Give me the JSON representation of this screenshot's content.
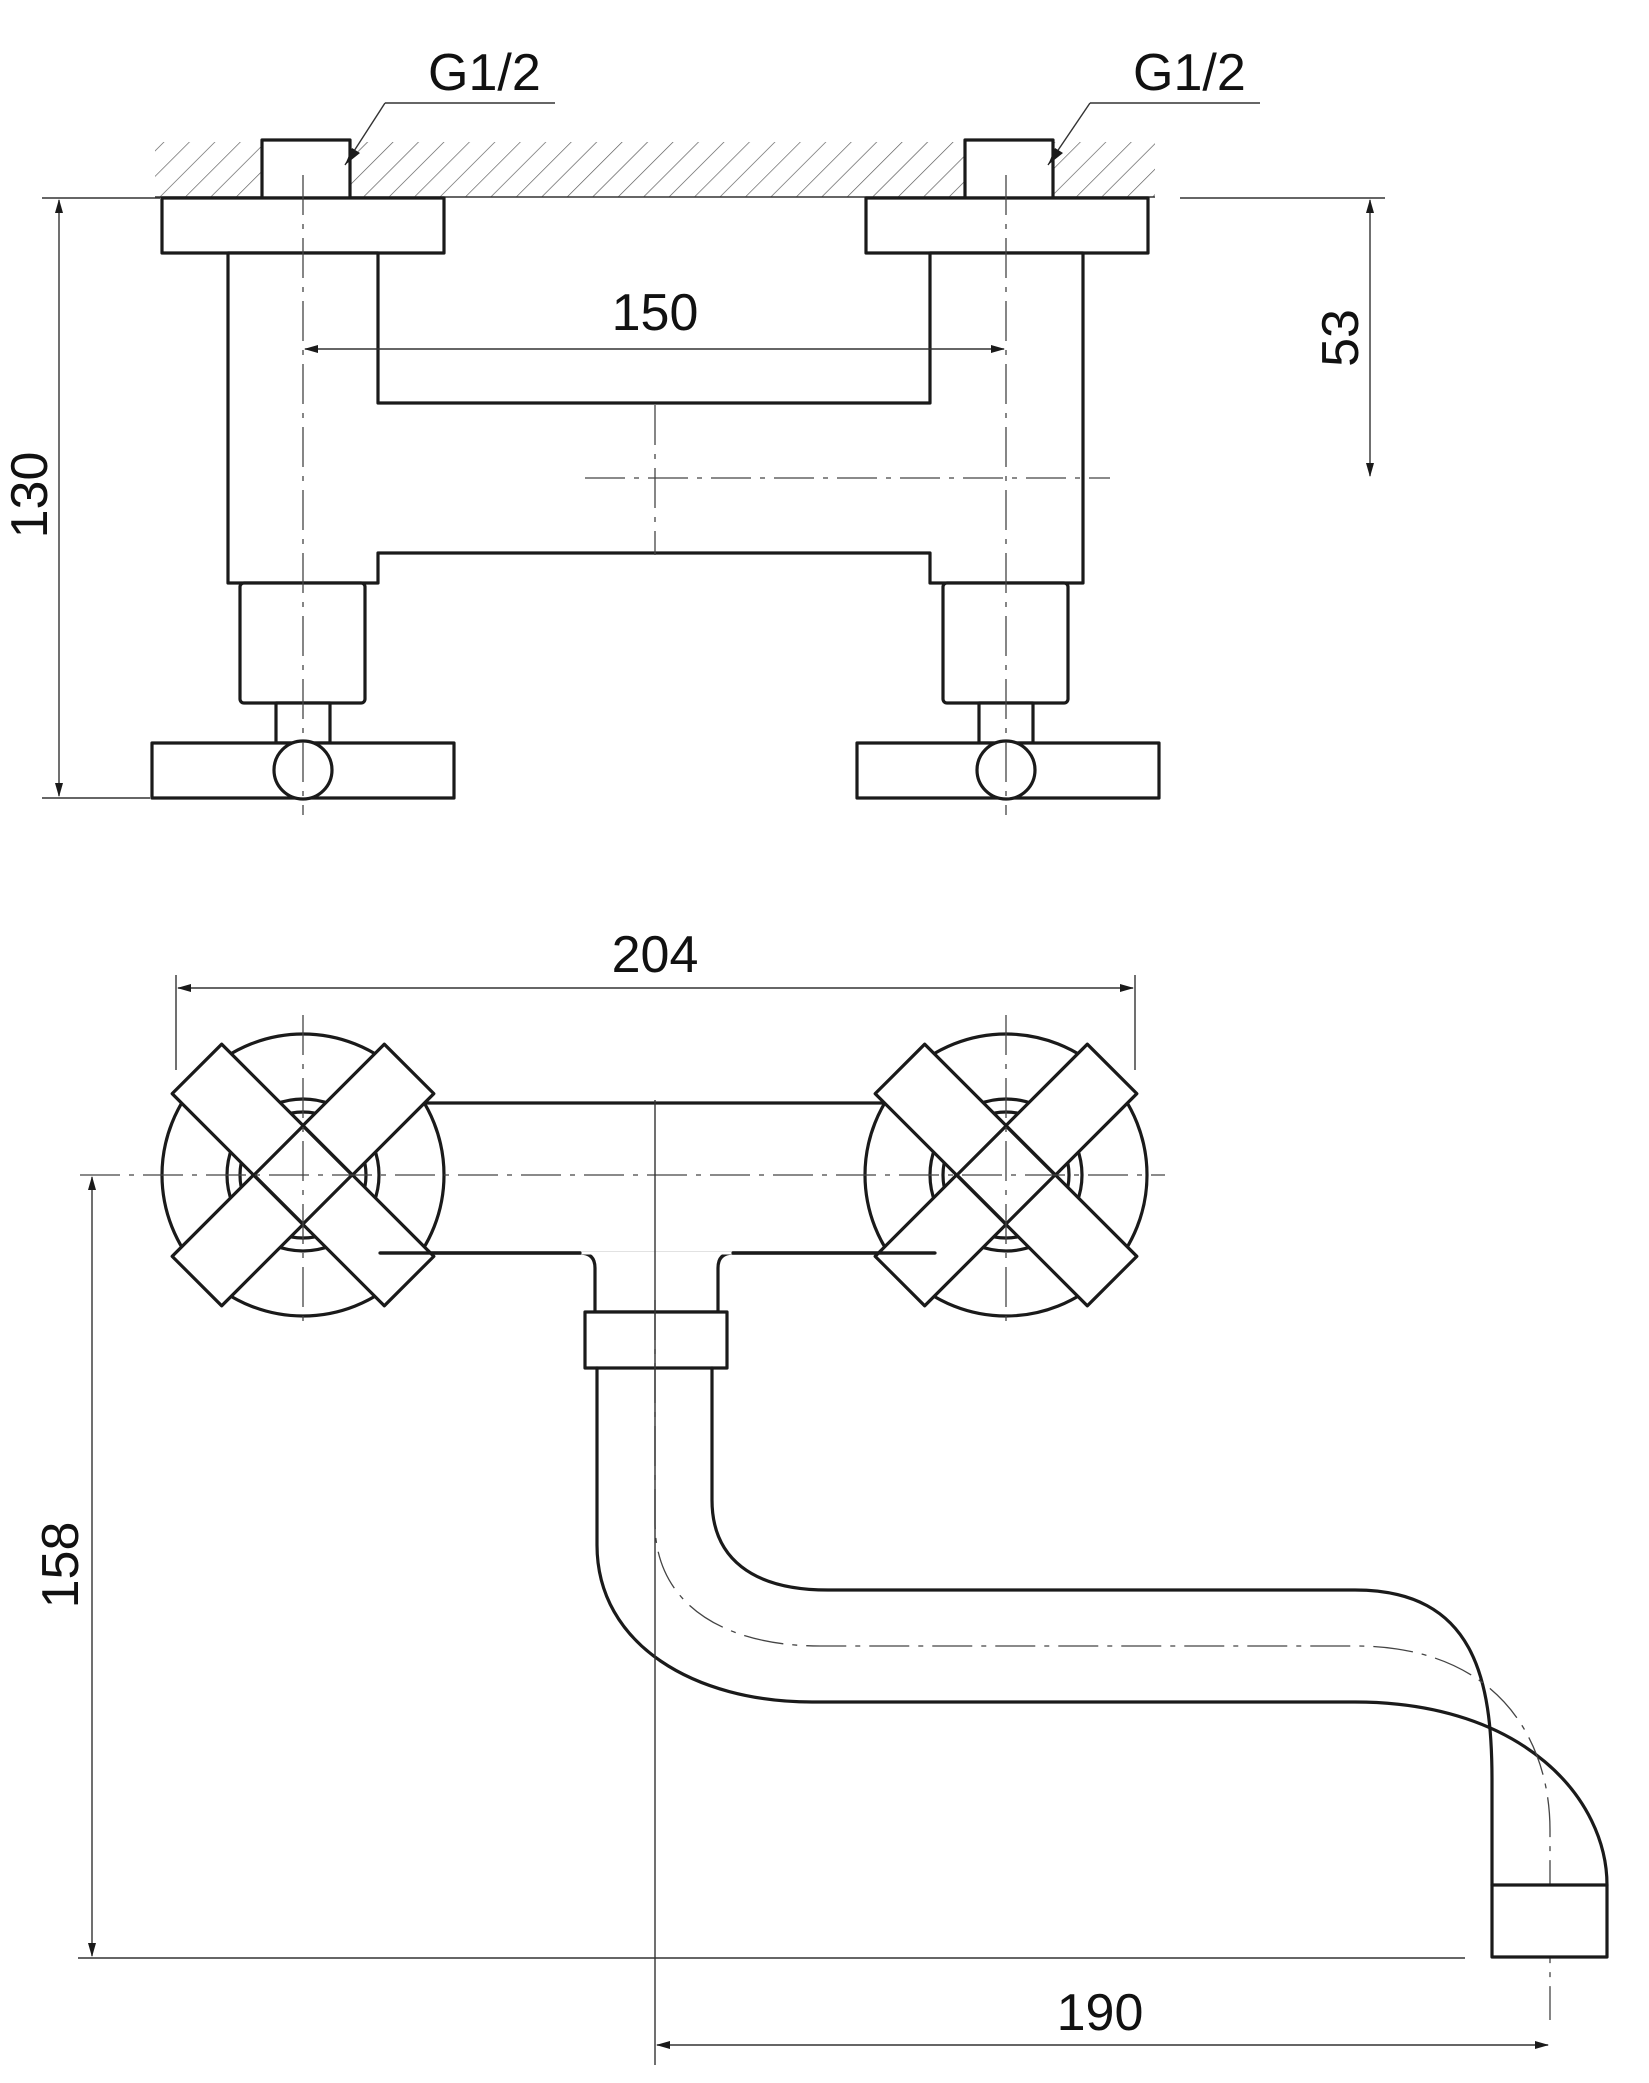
{
  "top_view": {
    "thread_left": "G1/2",
    "thread_right": "G1/2",
    "dim_total_height": "130",
    "dim_center_distance": "150",
    "dim_depth": "53"
  },
  "front_view": {
    "dim_width": "204",
    "dim_spout_height": "158",
    "dim_spout_reach": "190"
  },
  "colors": {
    "line": "#1a1a1a",
    "background": "#ffffff"
  }
}
